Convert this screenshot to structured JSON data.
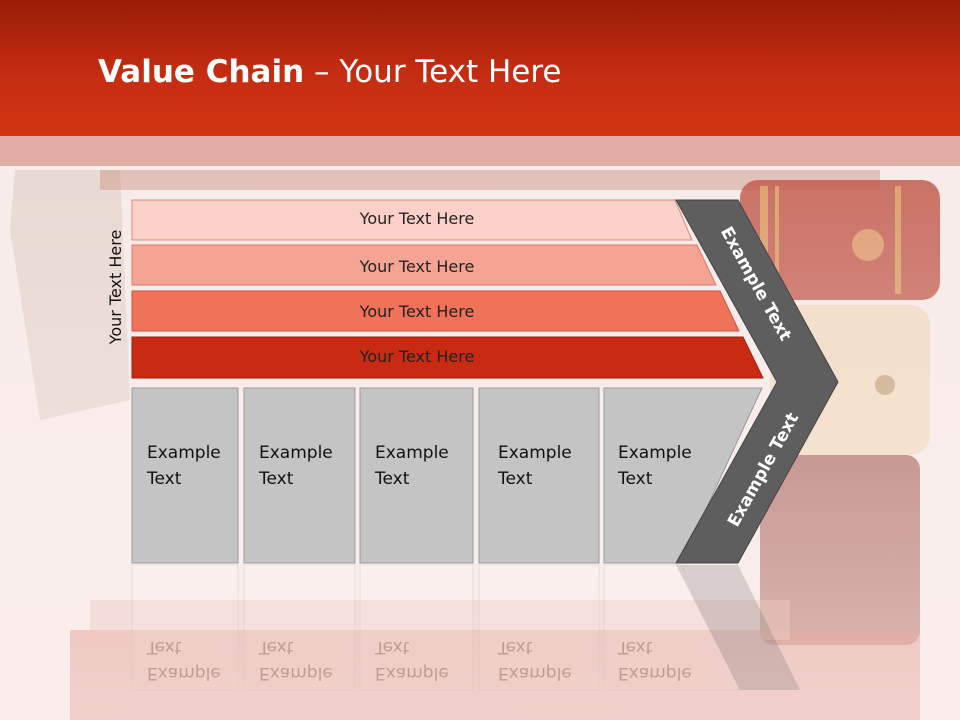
{
  "title": {
    "bold": "Value Chain",
    "rest": " – Your Text Here"
  },
  "side_label": "Your Text Here",
  "bands": [
    {
      "label": "Your Text Here",
      "color": "#fbd0c8"
    },
    {
      "label": "Your Text Here",
      "color": "#f5a393"
    },
    {
      "label": "Your Text Here",
      "color": "#ef7259"
    },
    {
      "label": "Your Text Here",
      "color": "#c92b12"
    }
  ],
  "boxes": [
    {
      "label": "Example\nText"
    },
    {
      "label": "Example\nText"
    },
    {
      "label": "Example\nText"
    },
    {
      "label": "Example\nText"
    },
    {
      "label": "Example\nText"
    }
  ],
  "chevron": {
    "top_label": "Example Text",
    "bottom_label": "Example Text",
    "color": "#5e5e5e"
  },
  "colors": {
    "header": "#c52d12",
    "box_fill": "#c4c4c4",
    "box_stroke": "#9a9a9a"
  }
}
